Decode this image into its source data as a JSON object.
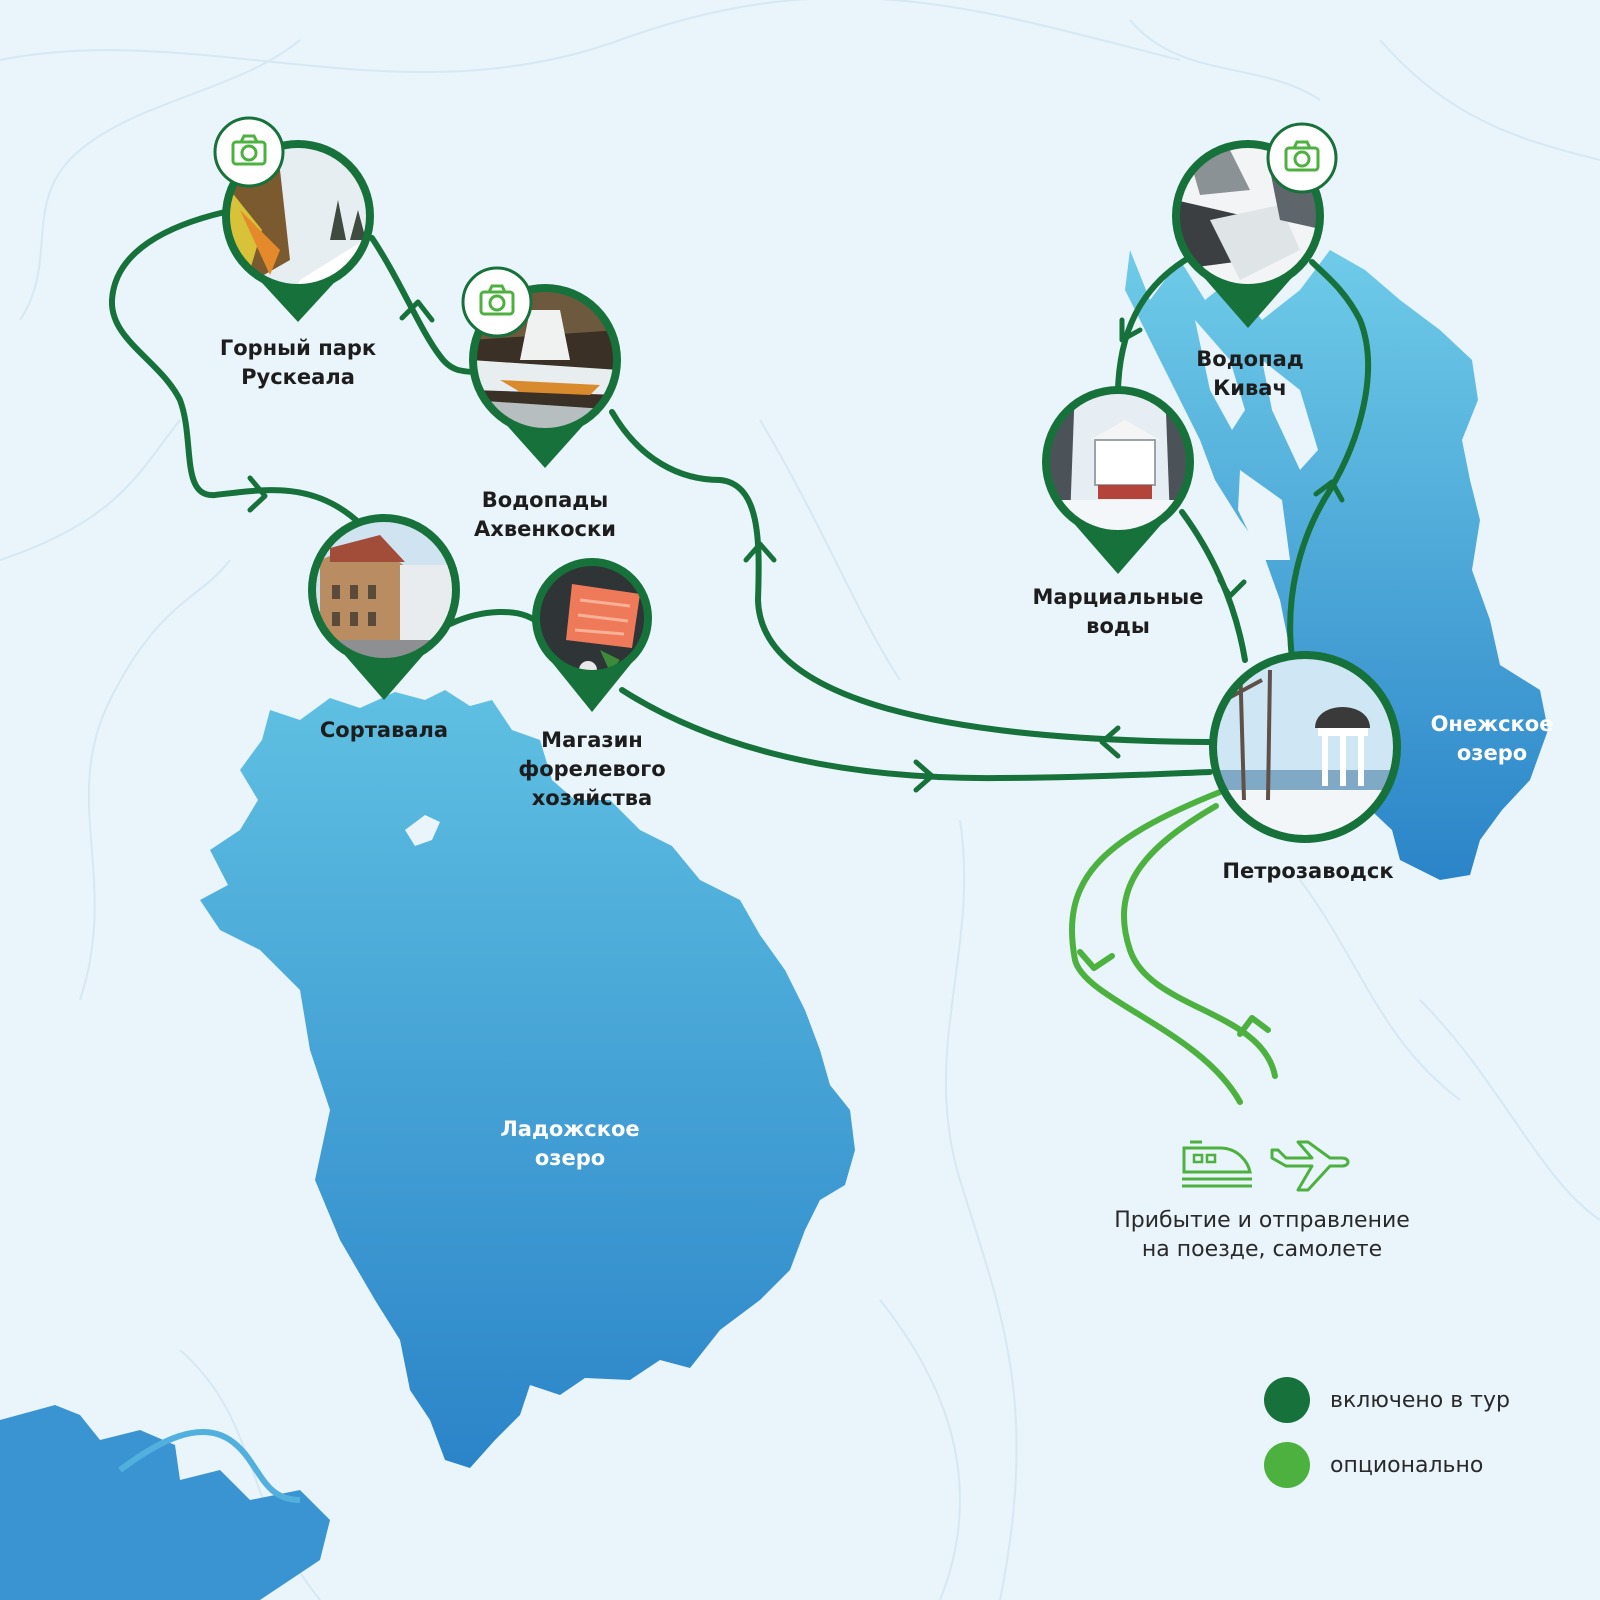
{
  "colors": {
    "background": "#eaf4fb",
    "included_route": "#16713a",
    "optional_route": "#4cb13f",
    "lake_light": "#5fc0e2",
    "lake_dark": "#2b84c8"
  },
  "lakes": {
    "ladoga": {
      "line1": "Ладожское",
      "line2": "озеро"
    },
    "onega": {
      "line1": "Онежское",
      "line2": "озеро"
    }
  },
  "places": [
    {
      "id": "ruskeala",
      "line1": "Горный парк",
      "line2": "Рускеала",
      "photo_spot": true,
      "route": "included",
      "photo_icon": "camera-icon"
    },
    {
      "id": "ahvenkoski",
      "line1": "Водопады",
      "line2": "Ахвенкоски",
      "photo_spot": true,
      "route": "included",
      "photo_icon": "camera-icon"
    },
    {
      "id": "sortavala",
      "line1": "Сортавала",
      "photo_spot": false,
      "route": "included"
    },
    {
      "id": "trout-shop",
      "line1": "Магазин",
      "line2": "форелевого",
      "line3": "хозяйства",
      "photo_spot": false,
      "route": "included"
    },
    {
      "id": "kivach",
      "line1": "Водопад",
      "line2": "Кивач",
      "photo_spot": true,
      "route": "included",
      "photo_icon": "camera-icon"
    },
    {
      "id": "martsialnye",
      "line1": "Марциальные",
      "line2": "воды",
      "photo_spot": false,
      "route": "included"
    },
    {
      "id": "petrozavodsk",
      "line1": "Петрозаводск",
      "photo_spot": false,
      "route": "included"
    }
  ],
  "transport": {
    "icons": [
      "train-icon",
      "airplane-icon"
    ],
    "line1": "Прибытие и отправление",
    "line2": "на поезде, самолете"
  },
  "legend": [
    {
      "label": "включено в тур",
      "color": "#16713a"
    },
    {
      "label": "опционально",
      "color": "#4cb13f"
    }
  ]
}
